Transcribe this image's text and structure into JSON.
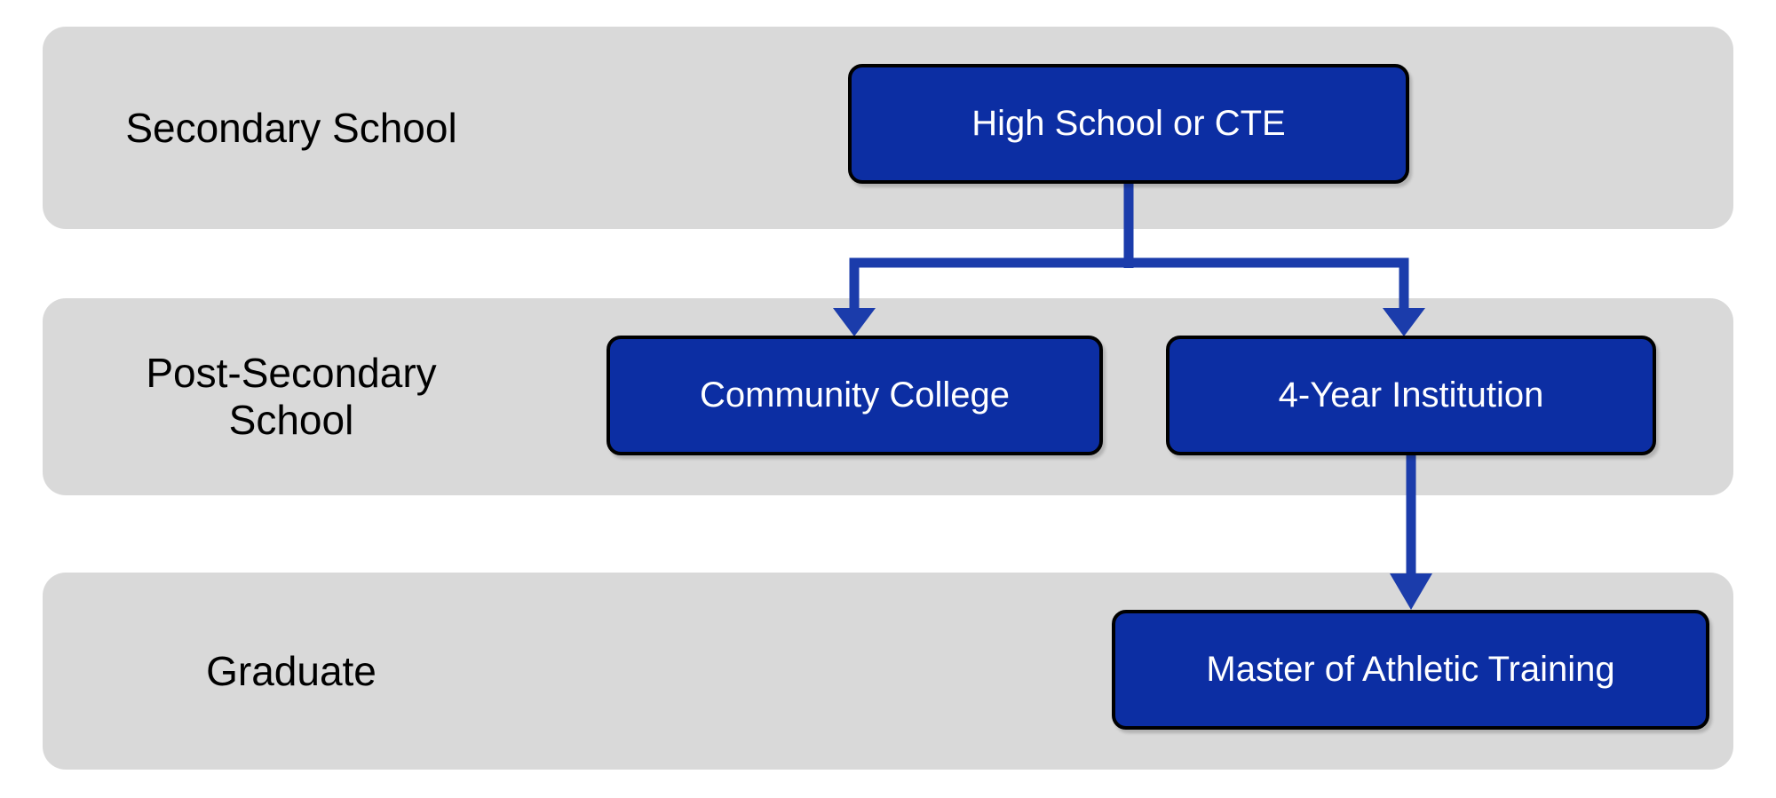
{
  "diagram": {
    "type": "flowchart",
    "rows": [
      {
        "label": "Secondary School"
      },
      {
        "label": "Post-Secondary School"
      },
      {
        "label": "Graduate"
      }
    ],
    "nodes": [
      {
        "id": "high-school",
        "label": "High School or CTE",
        "row": "Secondary School"
      },
      {
        "id": "community-college",
        "label": "Community College",
        "row": "Post-Secondary School"
      },
      {
        "id": "four-year",
        "label": "4-Year Institution",
        "row": "Post-Secondary School"
      },
      {
        "id": "mat",
        "label": "Master of Athletic Training",
        "row": "Graduate"
      }
    ],
    "edges": [
      {
        "from": "High School or CTE",
        "to": "Community College"
      },
      {
        "from": "High School or CTE",
        "to": "4-Year Institution"
      },
      {
        "from": "4-Year Institution",
        "to": "Master of Athletic Training"
      }
    ],
    "colors": {
      "node_fill": "#0C2EA3",
      "node_border": "#000000",
      "node_text": "#FFFFFF",
      "arrow": "#1B3CAB",
      "band_background": "#D9D9D9",
      "label_text": "#000000",
      "page_background": "#FFFFFF"
    }
  }
}
